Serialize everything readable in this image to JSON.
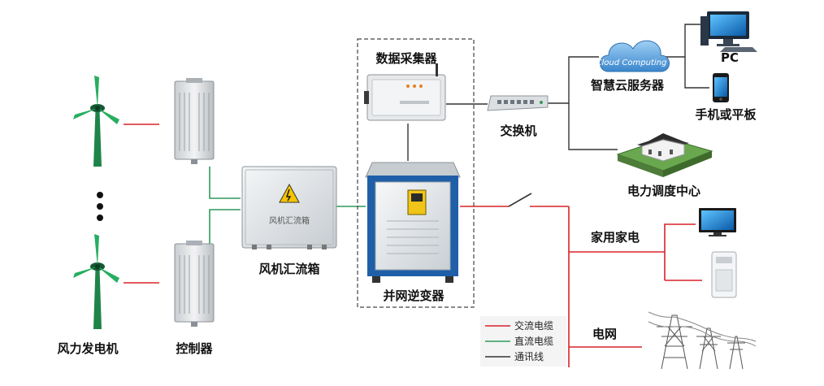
{
  "labels": {
    "wind_turbine": "风力发电机",
    "controller": "控制器",
    "combiner_box": "风机汇流箱",
    "combiner_box_plate": "风机汇流箱",
    "data_collector": "数据采集器",
    "inverter": "并网逆变器",
    "switch": "交换机",
    "cloud_server": "智慧云服务器",
    "cloud_text": "Cloud Computing",
    "pc": "PC",
    "phone_tablet": "手机或平板",
    "dispatch_center": "电力调度中心",
    "home_appliance": "家用家电",
    "grid": "电网"
  },
  "legend": {
    "ac_cable": "交流电缆",
    "dc_cable": "直流电缆",
    "comm_line": "通讯线"
  },
  "colors": {
    "ac": "#d8232a",
    "dc": "#2e9a5a",
    "comm": "#333333",
    "frame": "#444444"
  }
}
